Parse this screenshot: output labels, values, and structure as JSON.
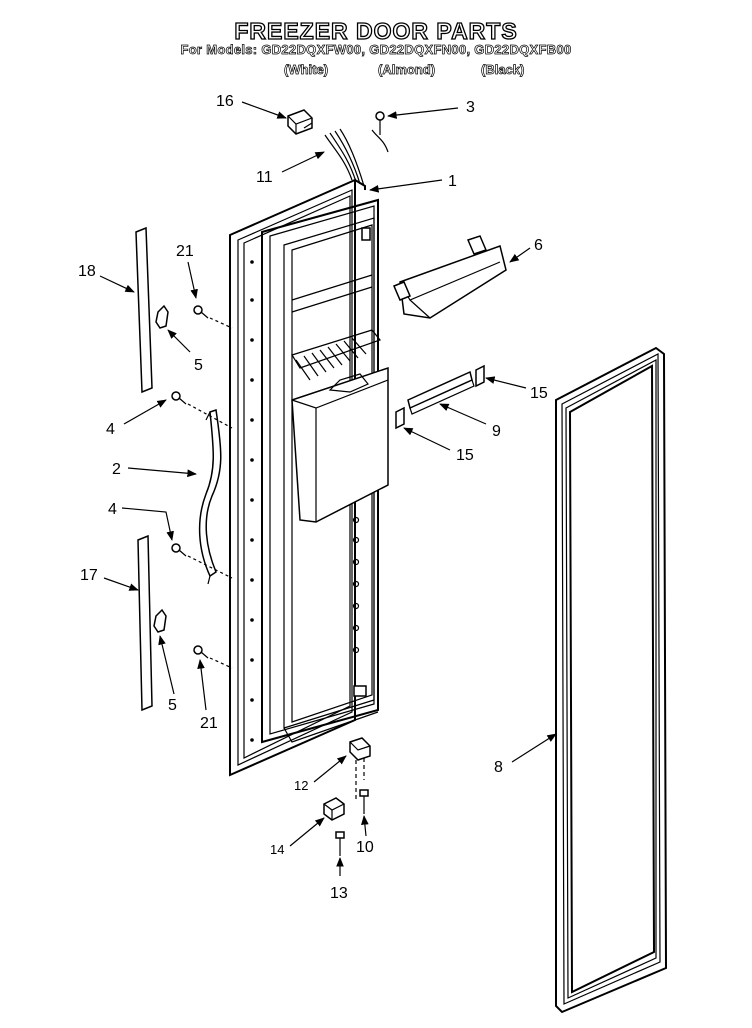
{
  "header": {
    "title": "FREEZER DOOR PARTS",
    "models_line": "For Models: GD22DQXFW00, GD22DQXFN00, GD22DQXFB00",
    "variants": [
      "(White)",
      "(Almond)",
      "(Black)"
    ]
  },
  "callouts": [
    {
      "id": "c16",
      "label": "16"
    },
    {
      "id": "c3",
      "label": "3"
    },
    {
      "id": "c11",
      "label": "11"
    },
    {
      "id": "c1",
      "label": "1"
    },
    {
      "id": "c21a",
      "label": "21"
    },
    {
      "id": "c18",
      "label": "18"
    },
    {
      "id": "c6",
      "label": "6"
    },
    {
      "id": "c5a",
      "label": "5"
    },
    {
      "id": "c15a",
      "label": "15"
    },
    {
      "id": "c4a",
      "label": "4"
    },
    {
      "id": "c9",
      "label": "9"
    },
    {
      "id": "c15b",
      "label": "15"
    },
    {
      "id": "c2",
      "label": "2"
    },
    {
      "id": "c4b",
      "label": "4"
    },
    {
      "id": "c17",
      "label": "17"
    },
    {
      "id": "c5b",
      "label": "5"
    },
    {
      "id": "c21b",
      "label": "21"
    },
    {
      "id": "c8",
      "label": "8"
    },
    {
      "id": "c12",
      "label": "12"
    },
    {
      "id": "c14",
      "label": "14"
    },
    {
      "id": "c10",
      "label": "10"
    },
    {
      "id": "c13",
      "label": "13"
    }
  ]
}
